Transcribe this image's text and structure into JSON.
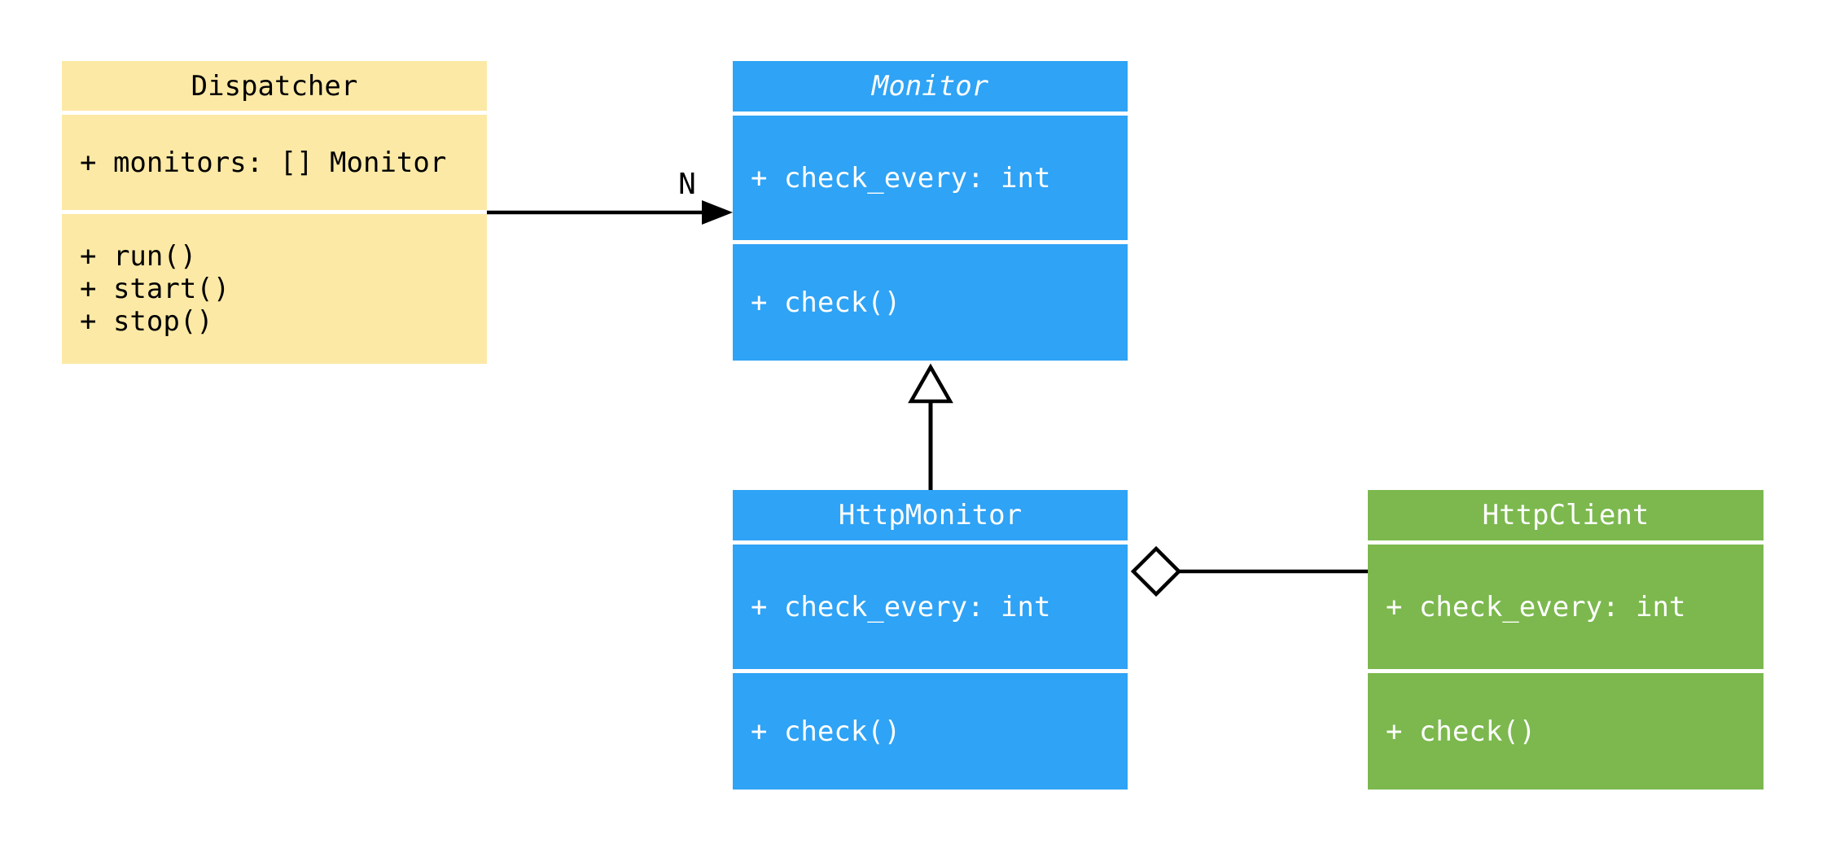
{
  "diagram": {
    "type": "uml-class-diagram",
    "background": "#ffffff",
    "line_color": "#000000",
    "classes": [
      {
        "title": "Dispatcher",
        "abstract": false,
        "fill": "#fce9a5",
        "text_color": "#000000",
        "attributes": [
          "+ monitors: [] Monitor"
        ],
        "methods": [
          "+ run()",
          "+ start()",
          "+ stop()"
        ]
      },
      {
        "title": "Monitor",
        "abstract": true,
        "fill": "#2fa3f5",
        "text_color": "#ffffff",
        "attributes": [
          "+ check_every: int"
        ],
        "methods": [
          "+ check()"
        ]
      },
      {
        "title": "HttpMonitor",
        "abstract": false,
        "fill": "#2fa3f5",
        "text_color": "#ffffff",
        "attributes": [
          "+ check_every: int"
        ],
        "methods": [
          "+ check()"
        ]
      },
      {
        "title": "HttpClient",
        "abstract": false,
        "fill": "#7cb84e",
        "text_color": "#ffffff",
        "attributes": [
          "+ check_every: int"
        ],
        "methods": [
          "+ check()"
        ]
      }
    ],
    "relationships": [
      {
        "from": "Dispatcher",
        "to": "Monitor",
        "type": "directed-association",
        "label": "N"
      },
      {
        "from": "HttpMonitor",
        "to": "Monitor",
        "type": "inheritance",
        "label": ""
      },
      {
        "from": "HttpMonitor",
        "to": "HttpClient",
        "type": "aggregation",
        "label": ""
      }
    ]
  }
}
